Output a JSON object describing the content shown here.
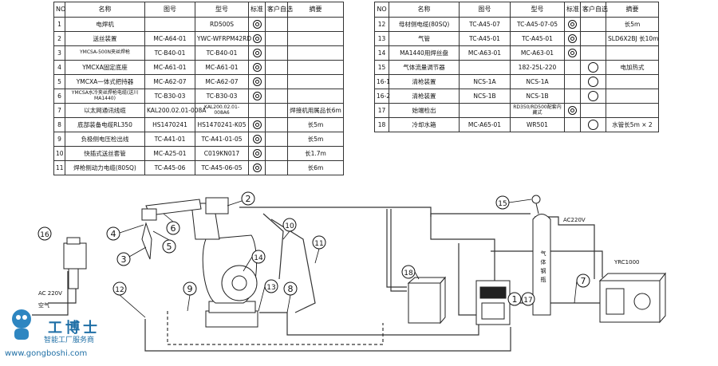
{
  "table_left": {
    "headers": {
      "no": "NO",
      "name": "名称",
      "drawing": "图号",
      "model": "型号",
      "std": "标准",
      "cust": "客户自选",
      "remark": "摘要"
    },
    "rows": [
      {
        "no": "1",
        "name": "电焊机",
        "drawing": "",
        "model": "RD500S",
        "std": "dbl",
        "cust": "",
        "remark": ""
      },
      {
        "no": "2",
        "name": "送丝装置",
        "drawing": "MC-A64-01",
        "model": "YWC-WFRPM42RD",
        "std": "dbl",
        "cust": "",
        "remark": ""
      },
      {
        "no": "3",
        "name": "YMCSA-500N夹丝焊枪",
        "drawing": "TC-B40-01",
        "model": "TC-B40-01",
        "std": "dbl",
        "cust": "",
        "remark": ""
      },
      {
        "no": "4",
        "name": "YMCXA固定底座",
        "drawing": "MC-A61-01",
        "model": "MC-A61-01",
        "std": "dbl",
        "cust": "",
        "remark": ""
      },
      {
        "no": "5",
        "name": "YMCXA一体式把持器",
        "drawing": "MC-A62-07",
        "model": "MC-A62-07",
        "std": "dbl",
        "cust": "",
        "remark": ""
      },
      {
        "no": "6",
        "name": "YMCSA水冷夹丝焊枪电缆(送川MA1440)",
        "drawing": "TC-B30-03",
        "model": "TC-B30-03",
        "std": "dbl",
        "cust": "",
        "remark": ""
      },
      {
        "no": "7",
        "name": "以太网通讯线缆",
        "drawing": "KAL200.02.01-008A",
        "model": "KAL200.02.01-008A6",
        "std": "",
        "cust": "",
        "remark": "焊接机用属品长6m"
      },
      {
        "no": "8",
        "name": "底部装备电缆RL350",
        "drawing": "HS1470241",
        "model": "HS1470241-K05",
        "std": "dbl",
        "cust": "",
        "remark": "长5m"
      },
      {
        "no": "9",
        "name": "负极侧电压检出线",
        "drawing": "TC-A41-01",
        "model": "TC-A41-01-05",
        "std": "dbl",
        "cust": "",
        "remark": "长5m"
      },
      {
        "no": "10",
        "name": "快插式送丝套管",
        "drawing": "MC-A25-01",
        "model": "C019KN017",
        "std": "dbl",
        "cust": "",
        "remark": "长1.7m"
      },
      {
        "no": "11",
        "name": "焊枪侧动力电缆(80SQ)",
        "drawing": "TC-A45-06",
        "model": "TC-A45-06-05",
        "std": "dbl",
        "cust": "",
        "remark": "长6m"
      }
    ]
  },
  "table_right": {
    "headers": {
      "no": "NO",
      "name": "名称",
      "drawing": "图号",
      "model": "型号",
      "std": "标准",
      "cust": "客户自选",
      "remark": "摘要"
    },
    "rows": [
      {
        "no": "12",
        "name": "母材侧电缆(80SQ)",
        "drawing": "TC-A45-07",
        "model": "TC-A45-07-05",
        "std": "dbl",
        "cust": "",
        "remark": "长5m"
      },
      {
        "no": "13",
        "name": "气管",
        "drawing": "TC-A45-01",
        "model": "TC-A45-01",
        "std": "dbl",
        "cust": "",
        "remark": "SLD6X2BJ 长10m"
      },
      {
        "no": "14",
        "name": "MA1440用焊丝盘",
        "drawing": "MC-A63-01",
        "model": "MC-A63-01",
        "std": "dbl",
        "cust": "",
        "remark": ""
      },
      {
        "no": "15",
        "name": "气体流量调节器",
        "drawing": "",
        "model": "182-25L-220",
        "std": "",
        "cust": "open",
        "remark": "电加热式"
      },
      {
        "no": "16-1",
        "name": "清枪装置",
        "drawing": "NCS-1A",
        "model": "NCS-1A",
        "std": "",
        "cust": "open",
        "remark": ""
      },
      {
        "no": "16-2",
        "name": "清枪装置",
        "drawing": "NCS-1B",
        "model": "NCS-1B",
        "std": "",
        "cust": "open",
        "remark": ""
      },
      {
        "no": "17",
        "name": "始端检出",
        "drawing": "",
        "model": "RD350/RD500配套内藏式",
        "std": "dbl",
        "cust": "",
        "remark": ""
      },
      {
        "no": "18",
        "name": "冷却水箱",
        "drawing": "MC-A65-01",
        "model": "WR501",
        "std": "",
        "cust": "open",
        "remark": "水管长5m × 2"
      }
    ]
  },
  "diagram": {
    "callouts": [
      "1",
      "2",
      "3",
      "4",
      "5",
      "6",
      "7",
      "8",
      "9",
      "10",
      "11",
      "12",
      "13",
      "14",
      "15",
      "16",
      "17",
      "18"
    ],
    "labels": {
      "ac220v_top": "AC220V",
      "ac220v_left": "AC 220V",
      "air": "空气",
      "gas_cylinder": "气体钢瓶",
      "yrc1000": "YRC1000"
    }
  },
  "watermark": {
    "brand": "工博士",
    "subtitle": "智能工厂服务商",
    "url": "www.gongboshi.com"
  }
}
